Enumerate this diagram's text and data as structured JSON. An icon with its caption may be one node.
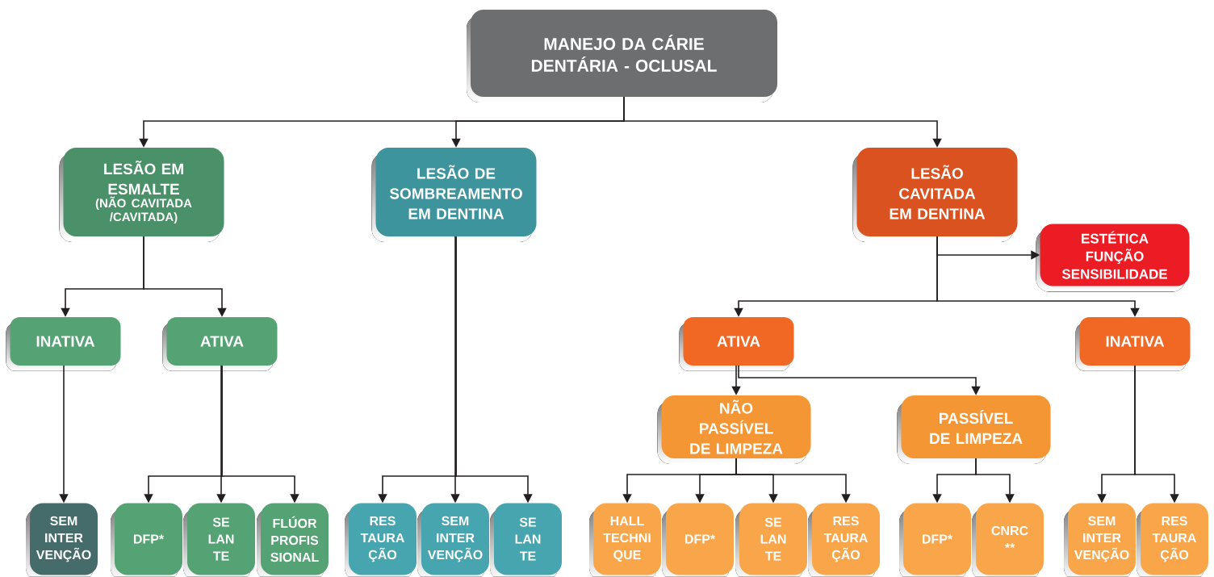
{
  "diagram": {
    "nodes": [
      {
        "text": [
          "MANEJO DA CÁRIE DENTÁRIA - OCLUSAL"
        ]
      },
      {
        "text": [
          "LESÃO EM ESMALTE",
          "(NÃO CAVITADA /CAVITADA)"
        ]
      },
      {
        "text": [
          "LESÃO DE SOMBREAMENTO EM DENTINA"
        ]
      },
      {
        "text": [
          "LESÃO CAVITADA EM DENTINA"
        ]
      },
      {
        "text": [
          "ESTÉTICA FUNÇÃO SENSIBILIDADE"
        ]
      },
      {
        "text": [
          "INATIVA"
        ]
      },
      {
        "text": [
          "ATIVA"
        ]
      },
      {
        "text": [
          "ATIVA"
        ]
      },
      {
        "text": [
          "INATIVA"
        ]
      },
      {
        "text": [
          "NÃO PASSÍVEL DE LIMPEZA"
        ]
      },
      {
        "text": [
          "PASSÍVEL DE LIMPEZA"
        ]
      },
      {
        "text": [
          "SEM INTER VENÇÃO"
        ]
      },
      {
        "text": [
          "DFP*"
        ]
      },
      {
        "text": [
          "SE LAN TE"
        ]
      },
      {
        "text": [
          "FLÚOR PROFIS SIONAL"
        ]
      },
      {
        "text": [
          "RES TAURA ÇÃO"
        ]
      },
      {
        "text": [
          "SEM INTER VENÇÃO"
        ]
      },
      {
        "text": [
          "SE LAN TE"
        ]
      },
      {
        "text": [
          "HALL TECHNI QUE"
        ]
      },
      {
        "text": [
          "DFP*"
        ]
      },
      {
        "text": [
          "SE LAN TE"
        ]
      },
      {
        "text": [
          "RES TAURA ÇÃO"
        ]
      },
      {
        "text": [
          "DFP*"
        ]
      },
      {
        "text": [
          "CNRC **"
        ]
      },
      {
        "text": [
          "SEM INTER VENÇÃO"
        ]
      },
      {
        "text": [
          "RES TAURA ÇÃO"
        ]
      }
    ],
    "edges": [
      {
        "from": 0,
        "to": 1,
        "arrow": "to"
      },
      {
        "from": 0,
        "to": 2,
        "arrow": "to"
      },
      {
        "from": 0,
        "to": 3,
        "arrow": "to"
      },
      {
        "from": 3,
        "to": 4,
        "arrow": "to"
      },
      {
        "from": 1,
        "to": 5,
        "arrow": "to"
      },
      {
        "from": 1,
        "to": 6,
        "arrow": "to"
      },
      {
        "from": 3,
        "to": 7,
        "arrow": "to"
      },
      {
        "from": 3,
        "to": 8,
        "arrow": "to"
      },
      {
        "from": 7,
        "to": 9,
        "arrow": "to"
      },
      {
        "from": 7,
        "to": 10,
        "arrow": "to"
      },
      {
        "from": 5,
        "to": 11,
        "arrow": "to"
      },
      {
        "from": 6,
        "to": 12,
        "arrow": "to"
      },
      {
        "from": 6,
        "to": 13,
        "arrow": "to"
      },
      {
        "from": 6,
        "to": 14,
        "arrow": "to"
      },
      {
        "from": 2,
        "to": 15,
        "arrow": "to"
      },
      {
        "from": 2,
        "to": 16,
        "arrow": "to"
      },
      {
        "from": 2,
        "to": 17,
        "arrow": "to"
      },
      {
        "from": 9,
        "to": 18,
        "arrow": "to"
      },
      {
        "from": 9,
        "to": 19,
        "arrow": "to"
      },
      {
        "from": 9,
        "to": 20,
        "arrow": "to"
      },
      {
        "from": 9,
        "to": 21,
        "arrow": "to"
      },
      {
        "from": 10,
        "to": 22,
        "arrow": "to"
      },
      {
        "from": 10,
        "to": 23,
        "arrow": "to"
      },
      {
        "from": 8,
        "to": 24,
        "arrow": "to"
      },
      {
        "from": 8,
        "to": 25,
        "arrow": "to"
      }
    ]
  }
}
